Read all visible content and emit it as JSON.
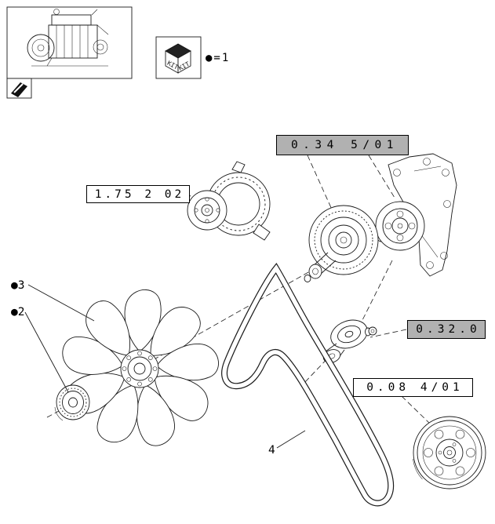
{
  "kit": {
    "label": "KIT",
    "legend": "●=1"
  },
  "refs": {
    "alternator": "1.75 2 02",
    "fan_drive": "0.34 5/01",
    "tensioner": "0.32.0",
    "crank_pulley": "0.08 4/01"
  },
  "callouts": {
    "fan": "●3",
    "pulley": "●2",
    "belt": "4"
  },
  "colors": {
    "highlight": "#b1b1b1",
    "line": "#1a1a1a",
    "background": "#ffffff"
  }
}
